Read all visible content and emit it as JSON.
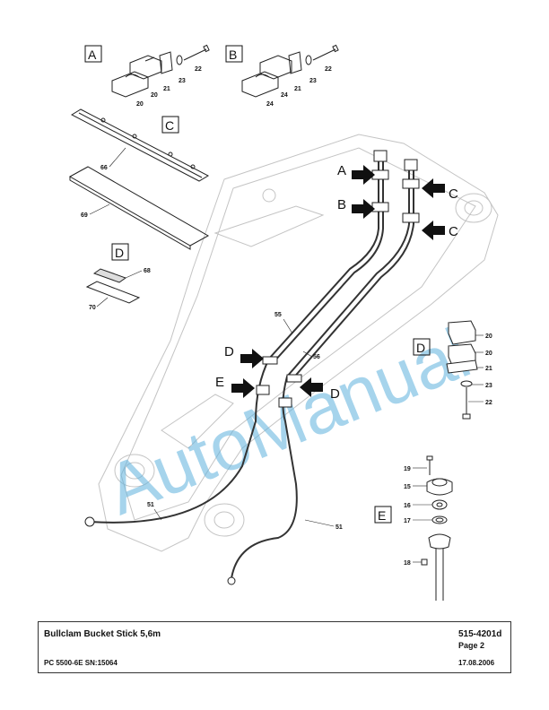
{
  "detail_boxes": {
    "A": "A",
    "B": "B",
    "C": "C",
    "D": "D",
    "E": "E"
  },
  "arrow_labels": {
    "A": "A",
    "B": "B",
    "C1": "C",
    "C2": "C",
    "D1": "D",
    "D2": "D",
    "E": "E"
  },
  "part_numbers": {
    "p20a": "20",
    "p20b": "20",
    "p21a": "21",
    "p23a": "23",
    "p22a": "22",
    "p24a": "24",
    "p24b": "24",
    "p21b": "21",
    "p23b": "23",
    "p22b": "22",
    "p66": "66",
    "p69": "69",
    "p68": "68",
    "p70": "70",
    "p55": "55",
    "p56": "56",
    "p51a": "51",
    "p51b": "51",
    "p20c": "20",
    "p20d": "20",
    "p21c": "21",
    "p23c": "23",
    "p22c": "22",
    "p19": "19",
    "p15": "15",
    "p16": "16",
    "p17": "17",
    "p18": "18"
  },
  "watermark": "AutoManual",
  "title_block": {
    "title": "Bullclam Bucket Stick 5,6m",
    "doc_number": "515-4201d",
    "page": "Page 2",
    "model": "PC 5500-6E SN:15064",
    "date": "17.08.2006"
  }
}
